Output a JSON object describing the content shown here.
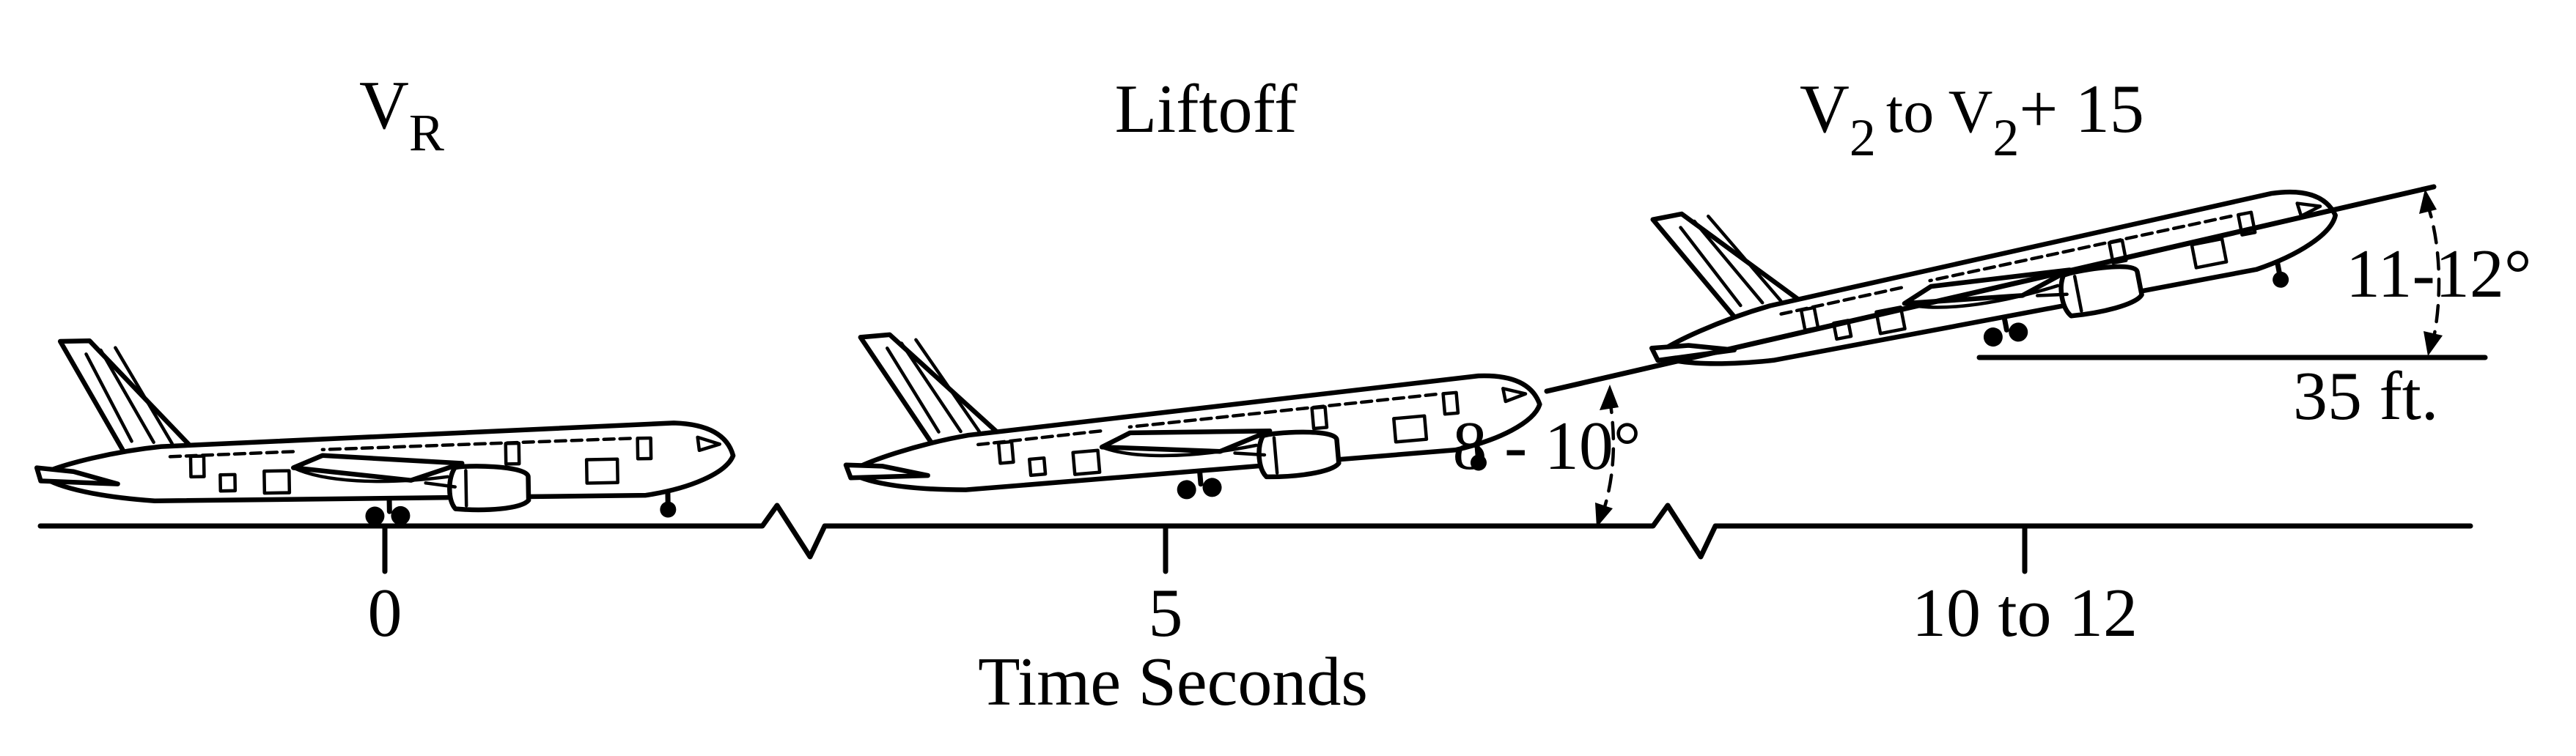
{
  "phases": [
    {
      "main": "V",
      "sub": "R",
      "sub2": "",
      "mid": "",
      "suffix": ""
    },
    {
      "main": "Liftoff",
      "sub": "",
      "sub2": "",
      "mid": "",
      "suffix": ""
    },
    {
      "main": "V",
      "sub": "2",
      "mid": "to  V",
      "sub2": "2",
      "suffix": "+ 15"
    }
  ],
  "time_ticks": [
    "0",
    "5",
    "10 to 12"
  ],
  "axis_label": "Time Seconds",
  "angles": {
    "liftoff": "8 - 10°",
    "climb": "11-12°"
  },
  "height": "35 ft."
}
